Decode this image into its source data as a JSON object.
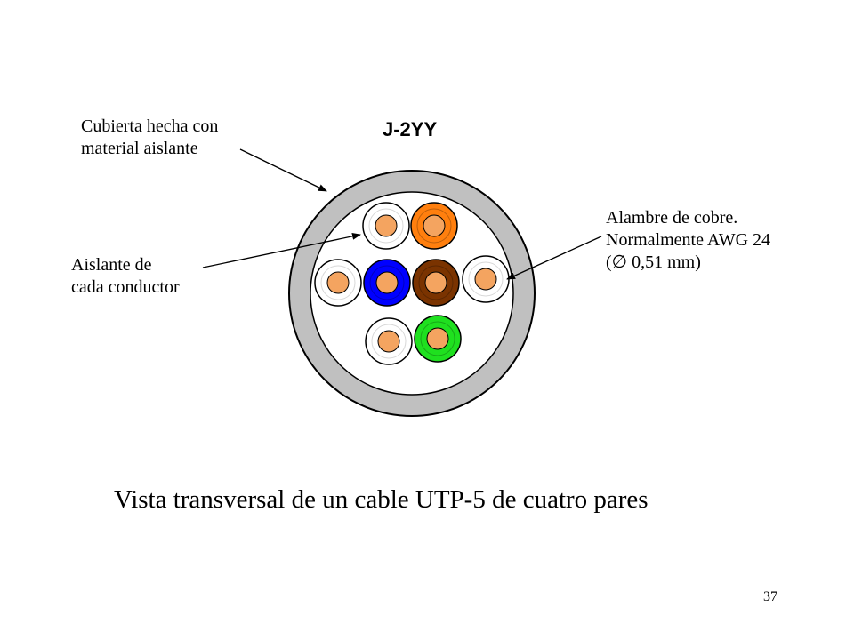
{
  "diagram": {
    "cable_title": "J-2YY",
    "labels": {
      "jacket_line1": "Cubierta hecha con",
      "jacket_line2": "material aislante",
      "insulation_line1": "Aislante de",
      "insulation_line2": "cada conductor",
      "copper_line1": "Alambre de cobre.",
      "copper_line2": "Normalmente AWG 24",
      "copper_line3": "(∅ 0,51 mm)"
    },
    "conductors": [
      {
        "name": "white-orange",
        "insulation_color": "#ffffff",
        "copper_color": "#f4a460"
      },
      {
        "name": "orange",
        "insulation_color": "#ff7f0e",
        "copper_color": "#f4a460"
      },
      {
        "name": "white-blue",
        "insulation_color": "#ffffff",
        "copper_color": "#f4a460"
      },
      {
        "name": "blue",
        "insulation_color": "#0000ff",
        "copper_color": "#f4a460"
      },
      {
        "name": "brown",
        "insulation_color": "#7a3300",
        "copper_color": "#f4a460"
      },
      {
        "name": "white-brown",
        "insulation_color": "#ffffff",
        "copper_color": "#f4a460"
      },
      {
        "name": "white-green",
        "insulation_color": "#ffffff",
        "copper_color": "#f4a460"
      },
      {
        "name": "green",
        "insulation_color": "#1fe01f",
        "copper_color": "#f4a460"
      }
    ],
    "jacket_color": "#c0c0c0"
  },
  "caption": "Vista transversal de un cable UTP-5 de cuatro pares",
  "page_number": "37"
}
